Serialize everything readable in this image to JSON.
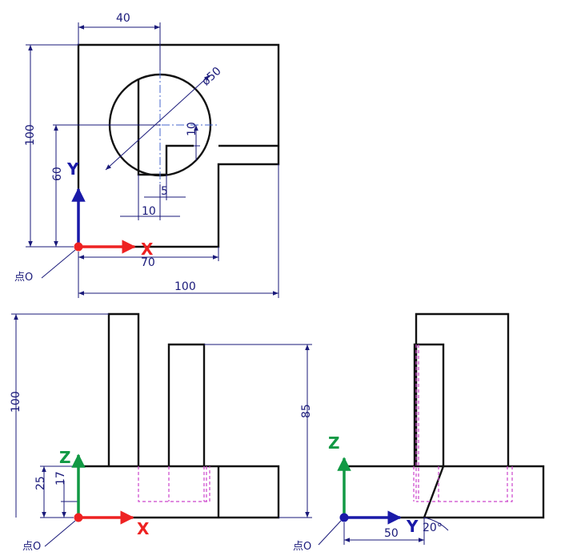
{
  "dimensions": {
    "top_width_40": "40",
    "top_hole_dia": "ø50",
    "top_height_100": "100",
    "top_height_60": "60",
    "top_slot_10_v": "10",
    "top_slot_5": "5",
    "top_slot_10_h": "10",
    "top_width_70": "70",
    "top_width_100": "100",
    "front_height_100": "100",
    "front_height_25": "25",
    "front_height_17": "17",
    "front_height_85": "85",
    "side_width_50": "50",
    "side_angle": "20°"
  },
  "axes": {
    "top_x": "X",
    "top_y": "Y",
    "front_x": "X",
    "front_z": "Z",
    "side_y": "Y",
    "side_z": "Z"
  },
  "origin_labels": {
    "top": "点O",
    "front": "点O",
    "side": "点O"
  },
  "colors": {
    "x_axis": "#ee2222",
    "y_axis": "#1a1aa8",
    "z_axis": "#119944",
    "origin_top": "#ee2222",
    "origin_front": "#ee2222",
    "origin_side": "#1a1aa8"
  }
}
